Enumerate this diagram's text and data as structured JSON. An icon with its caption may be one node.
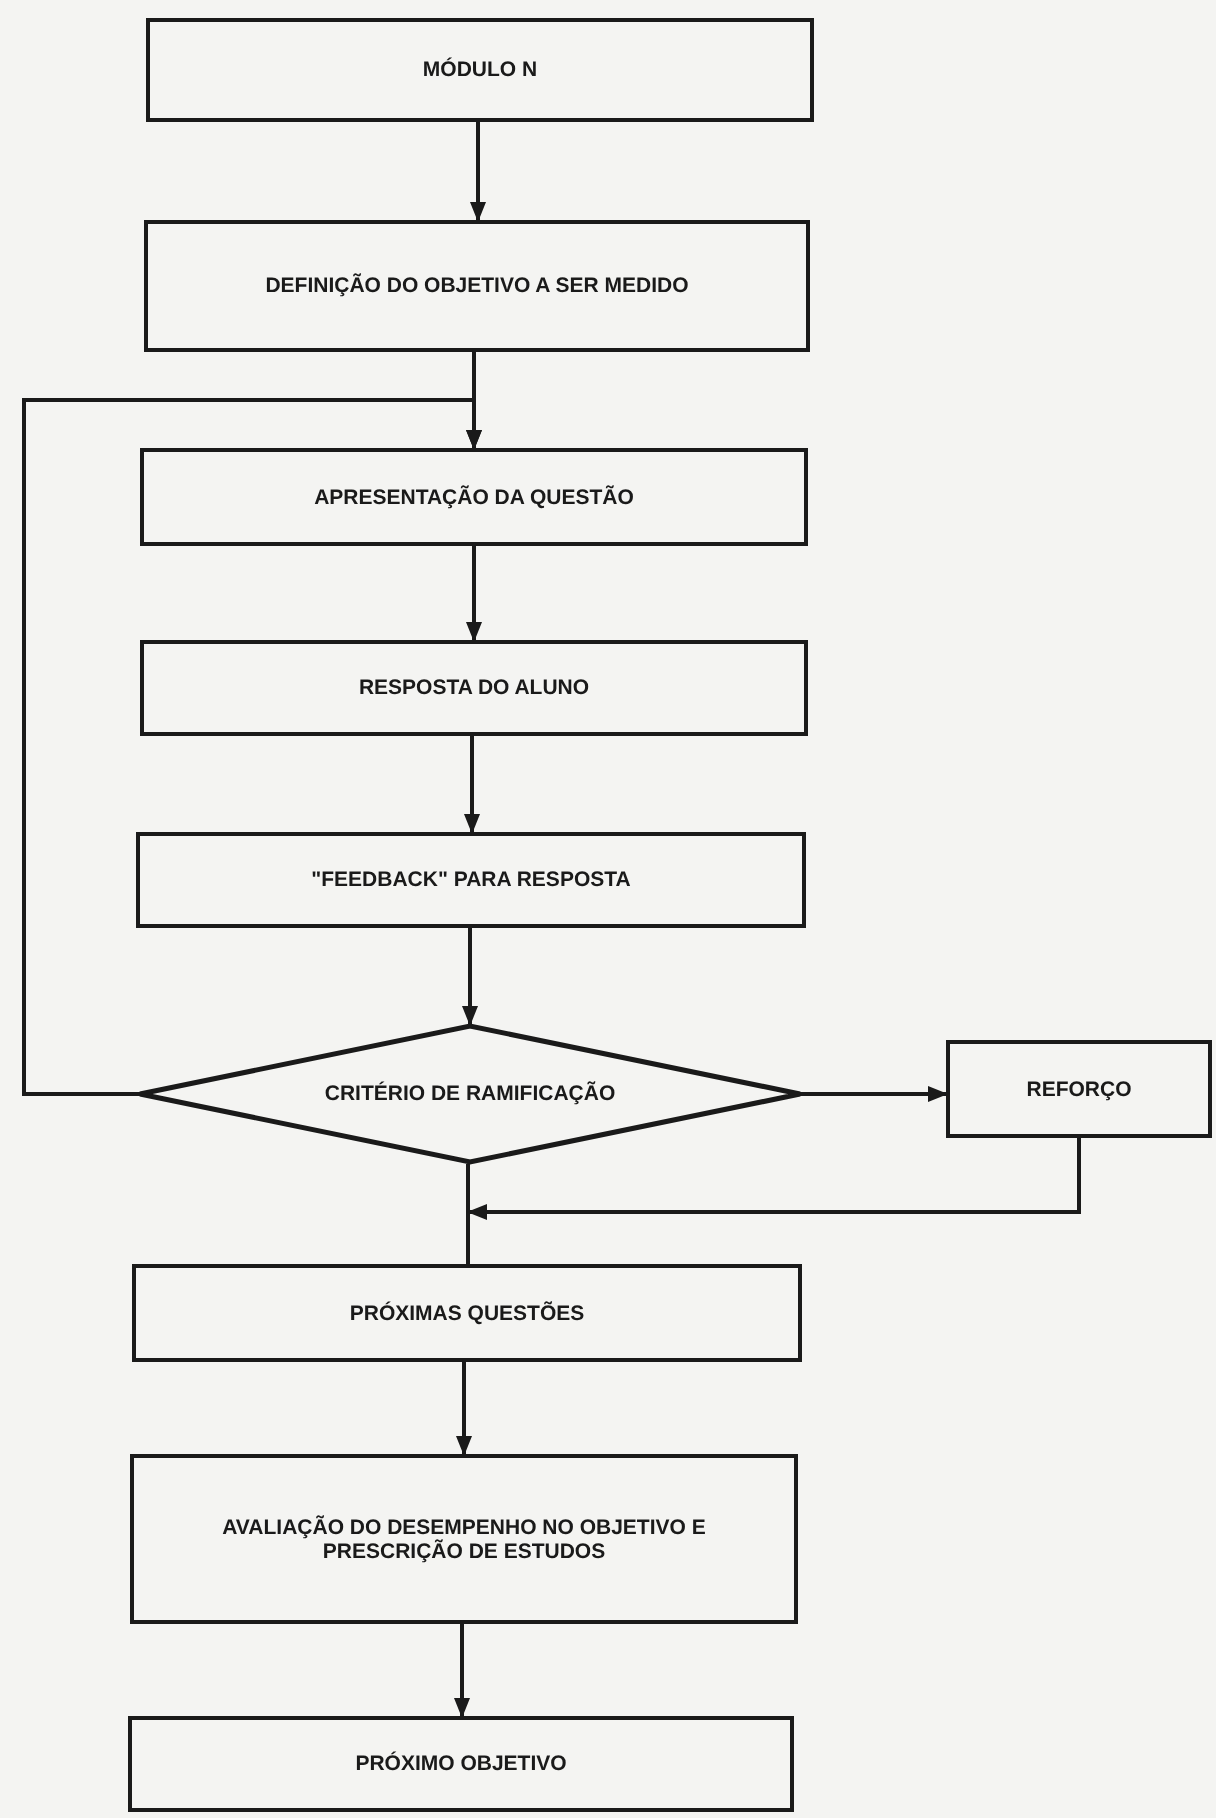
{
  "diagram": {
    "nodes": [
      {
        "text": [
          "MÓDULO N"
        ]
      },
      {
        "text": [
          "DEFINIÇÃO DO OBJETIVO A SER MEDIDO"
        ]
      },
      {
        "text": [
          "APRESENTAÇÃO DA QUESTÃO"
        ]
      },
      {
        "text": [
          "RESPOSTA DO ALUNO"
        ]
      },
      {
        "text": [
          "\"FEEDBACK\" PARA RESPOSTA"
        ]
      },
      {
        "text": [
          "CRITÉRIO DE RAMIFICAÇÃO"
        ]
      },
      {
        "text": [
          "REFORÇO"
        ]
      },
      {
        "text": [
          "PRÓXIMAS QUESTÕES"
        ]
      },
      {
        "text": [
          "AVALIAÇÃO DO DESEMPENHO NO OBJETIVO E PRESCRIÇÃO DE ESTUDOS"
        ]
      },
      {
        "text": [
          "PRÓXIMO OBJETIVO"
        ]
      }
    ],
    "edges": [
      {
        "from": 0,
        "to": 1,
        "arrow": "to"
      },
      {
        "from": 1,
        "to": 2,
        "arrow": "to"
      },
      {
        "from": 2,
        "to": 3,
        "arrow": "to"
      },
      {
        "from": 3,
        "to": 4,
        "arrow": "to"
      },
      {
        "from": 4,
        "to": 5,
        "arrow": "to"
      },
      {
        "from": 5,
        "to": 2,
        "arrow": "to"
      },
      {
        "from": 5,
        "to": 6,
        "arrow": "to"
      },
      {
        "from": 5,
        "to": 7,
        "arrow": "none"
      },
      {
        "from": 6,
        "to": 7,
        "arrow": "to"
      },
      {
        "from": 7,
        "to": 8,
        "arrow": "to"
      },
      {
        "from": 8,
        "to": 9,
        "arrow": "to"
      }
    ]
  }
}
